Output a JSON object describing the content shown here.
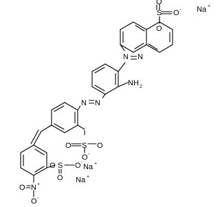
{
  "labels": {
    "so3_top_o_minus": "O",
    "so3_top_o_up": "O",
    "so3_top_s": "S",
    "so3_top_o_down": "O",
    "na_top": "Na",
    "azo_top_n1": "N",
    "azo_top_n2": "N",
    "nh2": "NH",
    "nh2_sub": "2",
    "azo_mid_n1": "N",
    "azo_mid_n2": "N",
    "so3_mid_s": "S",
    "so3_mid_o_left": "O",
    "so3_mid_o_right": "O",
    "so3_mid_o_minus": "O",
    "so3_low_s": "S",
    "so3_low_o_left": "O",
    "so3_low_o_minus": "O",
    "so3_low_o_down": "O",
    "na_mid": "Na",
    "na_low": "Na",
    "nitro_o_top": "O",
    "nitro_n": "N",
    "nitro_o_minus": "O"
  },
  "charges": {
    "minus": "-",
    "plus": "+"
  }
}
